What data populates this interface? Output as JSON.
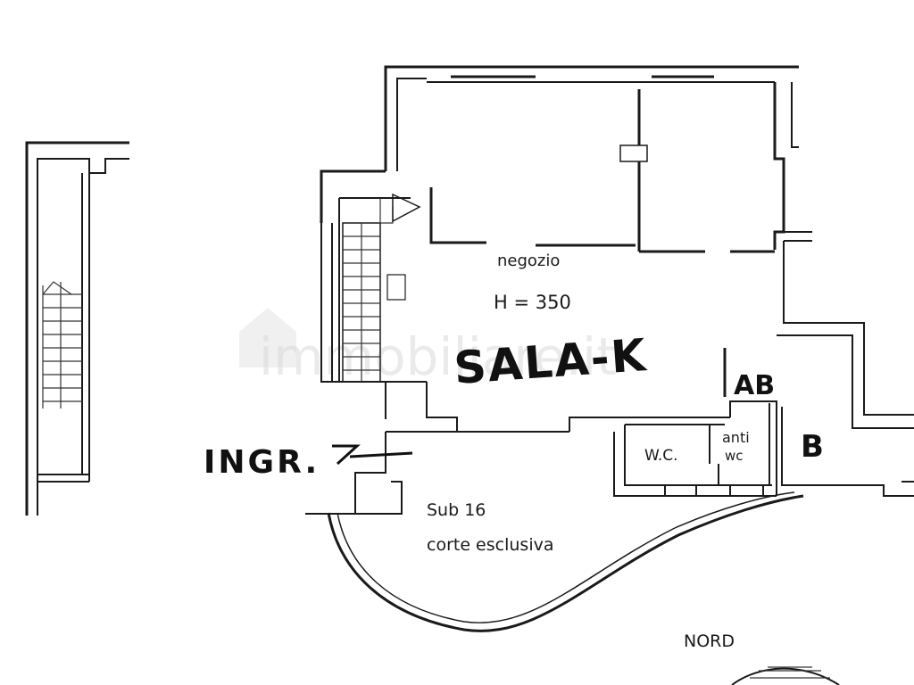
{
  "labels": {
    "room": "negozio",
    "height": "H = 350",
    "wc": "W.C.",
    "anti_line1": "anti",
    "anti_line2": "wc",
    "sub": "Sub 16",
    "court": "corte esclusiva",
    "north": "NORD"
  },
  "handwriting": {
    "sala": "SALA-K",
    "entrance": "INGR.",
    "ab": "AB",
    "b": "B"
  },
  "watermark": "immobiliare.it",
  "colors": {
    "ink": "#1a1a1a",
    "paper": "#ffffff",
    "watermark": "#d9d9d9"
  }
}
